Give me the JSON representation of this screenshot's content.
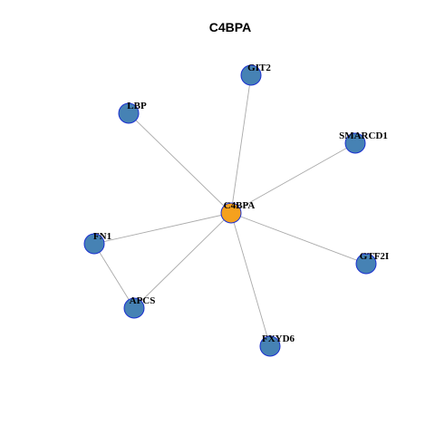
{
  "title": "C4BPA",
  "colors": {
    "hub": "#f5a11e",
    "node": "#4682b4",
    "border": "#1a2fd0",
    "edge": "#aaaaaa"
  },
  "nodes": [
    {
      "id": "C4BPA",
      "label": "C4BPA",
      "hub": true
    },
    {
      "id": "GIT2",
      "label": "GIT2"
    },
    {
      "id": "LBP",
      "label": "LBP"
    },
    {
      "id": "SMARCD1",
      "label": "SMARCD1"
    },
    {
      "id": "FN1",
      "label": "FN1"
    },
    {
      "id": "GTF2I",
      "label": "GTF2I"
    },
    {
      "id": "APCS",
      "label": "APCS"
    },
    {
      "id": "FXYD6",
      "label": "FXYD6"
    }
  ],
  "edges": [
    [
      "C4BPA",
      "GIT2"
    ],
    [
      "C4BPA",
      "LBP"
    ],
    [
      "C4BPA",
      "SMARCD1"
    ],
    [
      "C4BPA",
      "FN1"
    ],
    [
      "C4BPA",
      "GTF2I"
    ],
    [
      "C4BPA",
      "APCS"
    ],
    [
      "C4BPA",
      "FXYD6"
    ],
    [
      "FN1",
      "APCS"
    ]
  ]
}
